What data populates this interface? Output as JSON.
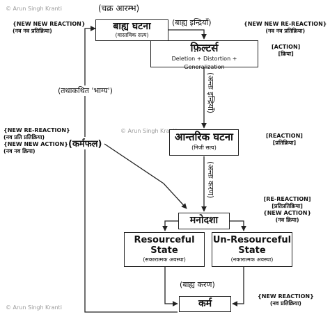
{
  "watermark": "© Arun Singh Kranti",
  "cycle_start": "(चक्र आरम्भ)",
  "external_event": {
    "title": "बाह्य घटना",
    "sub": "(वास्तविक सत्य)"
  },
  "external_senses": "(बाह्य इन्द्रियाँ)",
  "filters": {
    "title": "फ़िल्टर्स",
    "sub": "Deletion + Distortion + Generalization"
  },
  "inner_senses": "(अन्तः इन्द्रियाँ)",
  "internal_event": {
    "title": "आन्तरिक घटना",
    "sub": "(निजी सत्य)"
  },
  "inner_mind": "(अन्तः करण)",
  "state_of_mind": "मनोदशा",
  "resourceful": {
    "title_line1": "Resourceful",
    "title_line2": "State",
    "sub": "(सकारात्मक अवस्था)"
  },
  "unresourceful": {
    "title_line1": "Un-Resourceful",
    "title_line2": "State",
    "sub": "(नकारात्मक अवस्था)"
  },
  "external_means": "(बाह्य करण)",
  "karma": "कर्म",
  "karmaphal": "(कर्मफल)",
  "so_called_fate": "(तथाकथित 'भाग्य')",
  "labels": {
    "new_new_reaction_left": {
      "line1": "{NEW NEW REACTION}",
      "line2": "(नव नव प्रतिक्रिया)"
    },
    "new_new_reaction_right": {
      "line1": "{NEW NEW RE-REACTION}",
      "line2": "(नव नव प्रतिक्रिया)"
    },
    "action": {
      "line1": "[ACTION]",
      "line2": "[क्रिया]"
    },
    "new_re_reaction": {
      "line1": "{NEW RE-REACTION}",
      "line2": "(नव प्रति प्रतिक्रिया)"
    },
    "new_new_action": {
      "line1": "{NEW NEW ACTION}",
      "line2": "(नव नव क्रिया)"
    },
    "reaction": {
      "line1": "[REACTION]",
      "line2": "[प्रतिक्रिया]"
    },
    "re_reaction": {
      "line1": "[RE-REACTION]",
      "line2": "[प्रतिप्रतिक्रिया]",
      "line3": "{NEW ACTION}",
      "line4": "(नव क्रिया)"
    },
    "new_reaction": {
      "line1": "{NEW REACTION}",
      "line2": "(नव प्रतिक्रिया)"
    }
  }
}
